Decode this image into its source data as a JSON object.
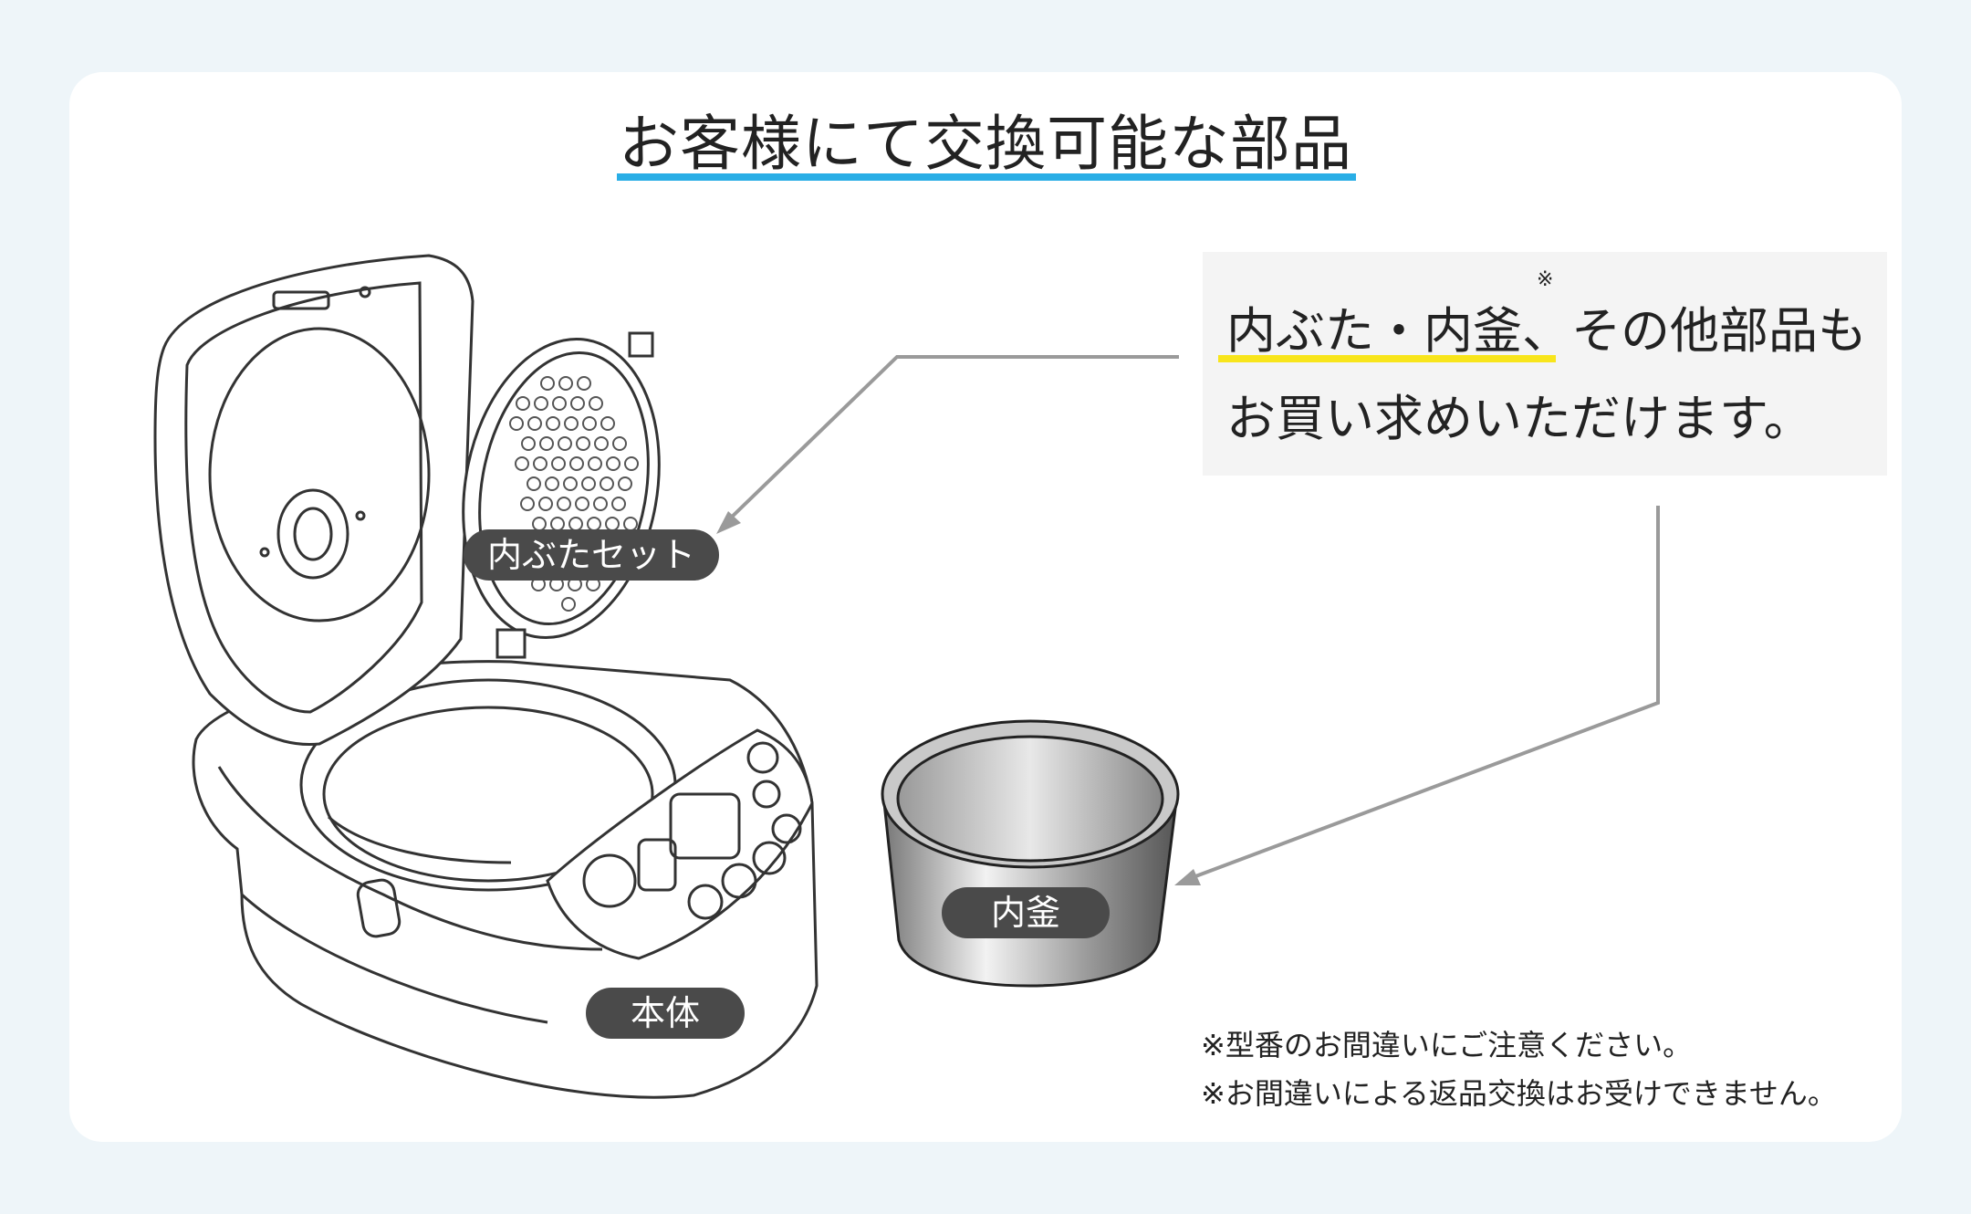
{
  "title": "お客様にて交換可能な部品",
  "callout": {
    "line1": "内ぶた・内釜、その他部品も",
    "line2": "お買い求めいただけます。",
    "mark": "※"
  },
  "labels": {
    "inner_lid_set": "内ぶたセット",
    "inner_pot": "内釜",
    "body": "本体"
  },
  "notes": [
    "※型番のお間違いにご注意ください。",
    "※お間違いによる返品交換はお受けできません。"
  ],
  "colors": {
    "title_underline": "#29aee6",
    "highlight_underline": "#f8e51b",
    "label_pill": "#4a4a4a",
    "background": "#eef5f9"
  }
}
